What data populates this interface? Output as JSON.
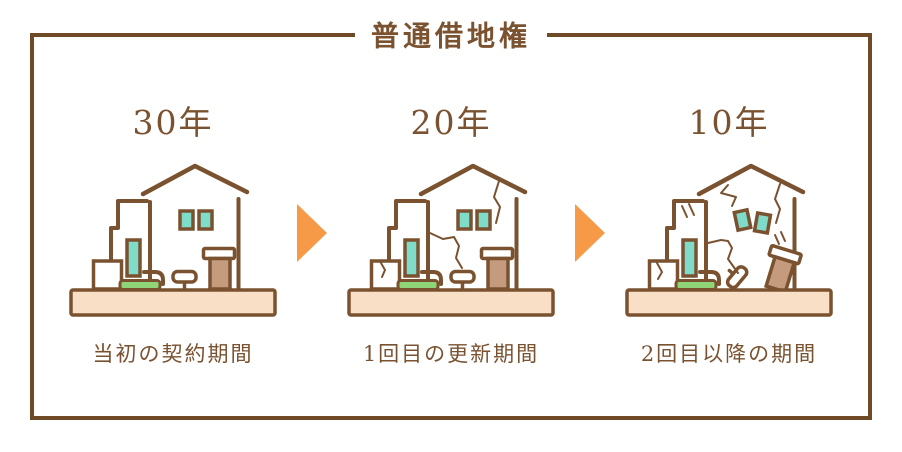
{
  "title": "普通借地権",
  "stages": [
    {
      "years": "30年",
      "label": "当初の契約期間",
      "condition": "new"
    },
    {
      "years": "20年",
      "label": "1回目の更新期間",
      "condition": "worn"
    },
    {
      "years": "10年",
      "label": "2回目以降の期間",
      "condition": "damaged"
    }
  ],
  "colors": {
    "text": "#7A5230",
    "outline": "#7A5230",
    "border": "#6F4A26",
    "ground": "#F9DFC6",
    "window": "#7FDCC9",
    "bush": "#8FD578",
    "pillar": "#C49B7D",
    "arrow": "#F69A48"
  }
}
